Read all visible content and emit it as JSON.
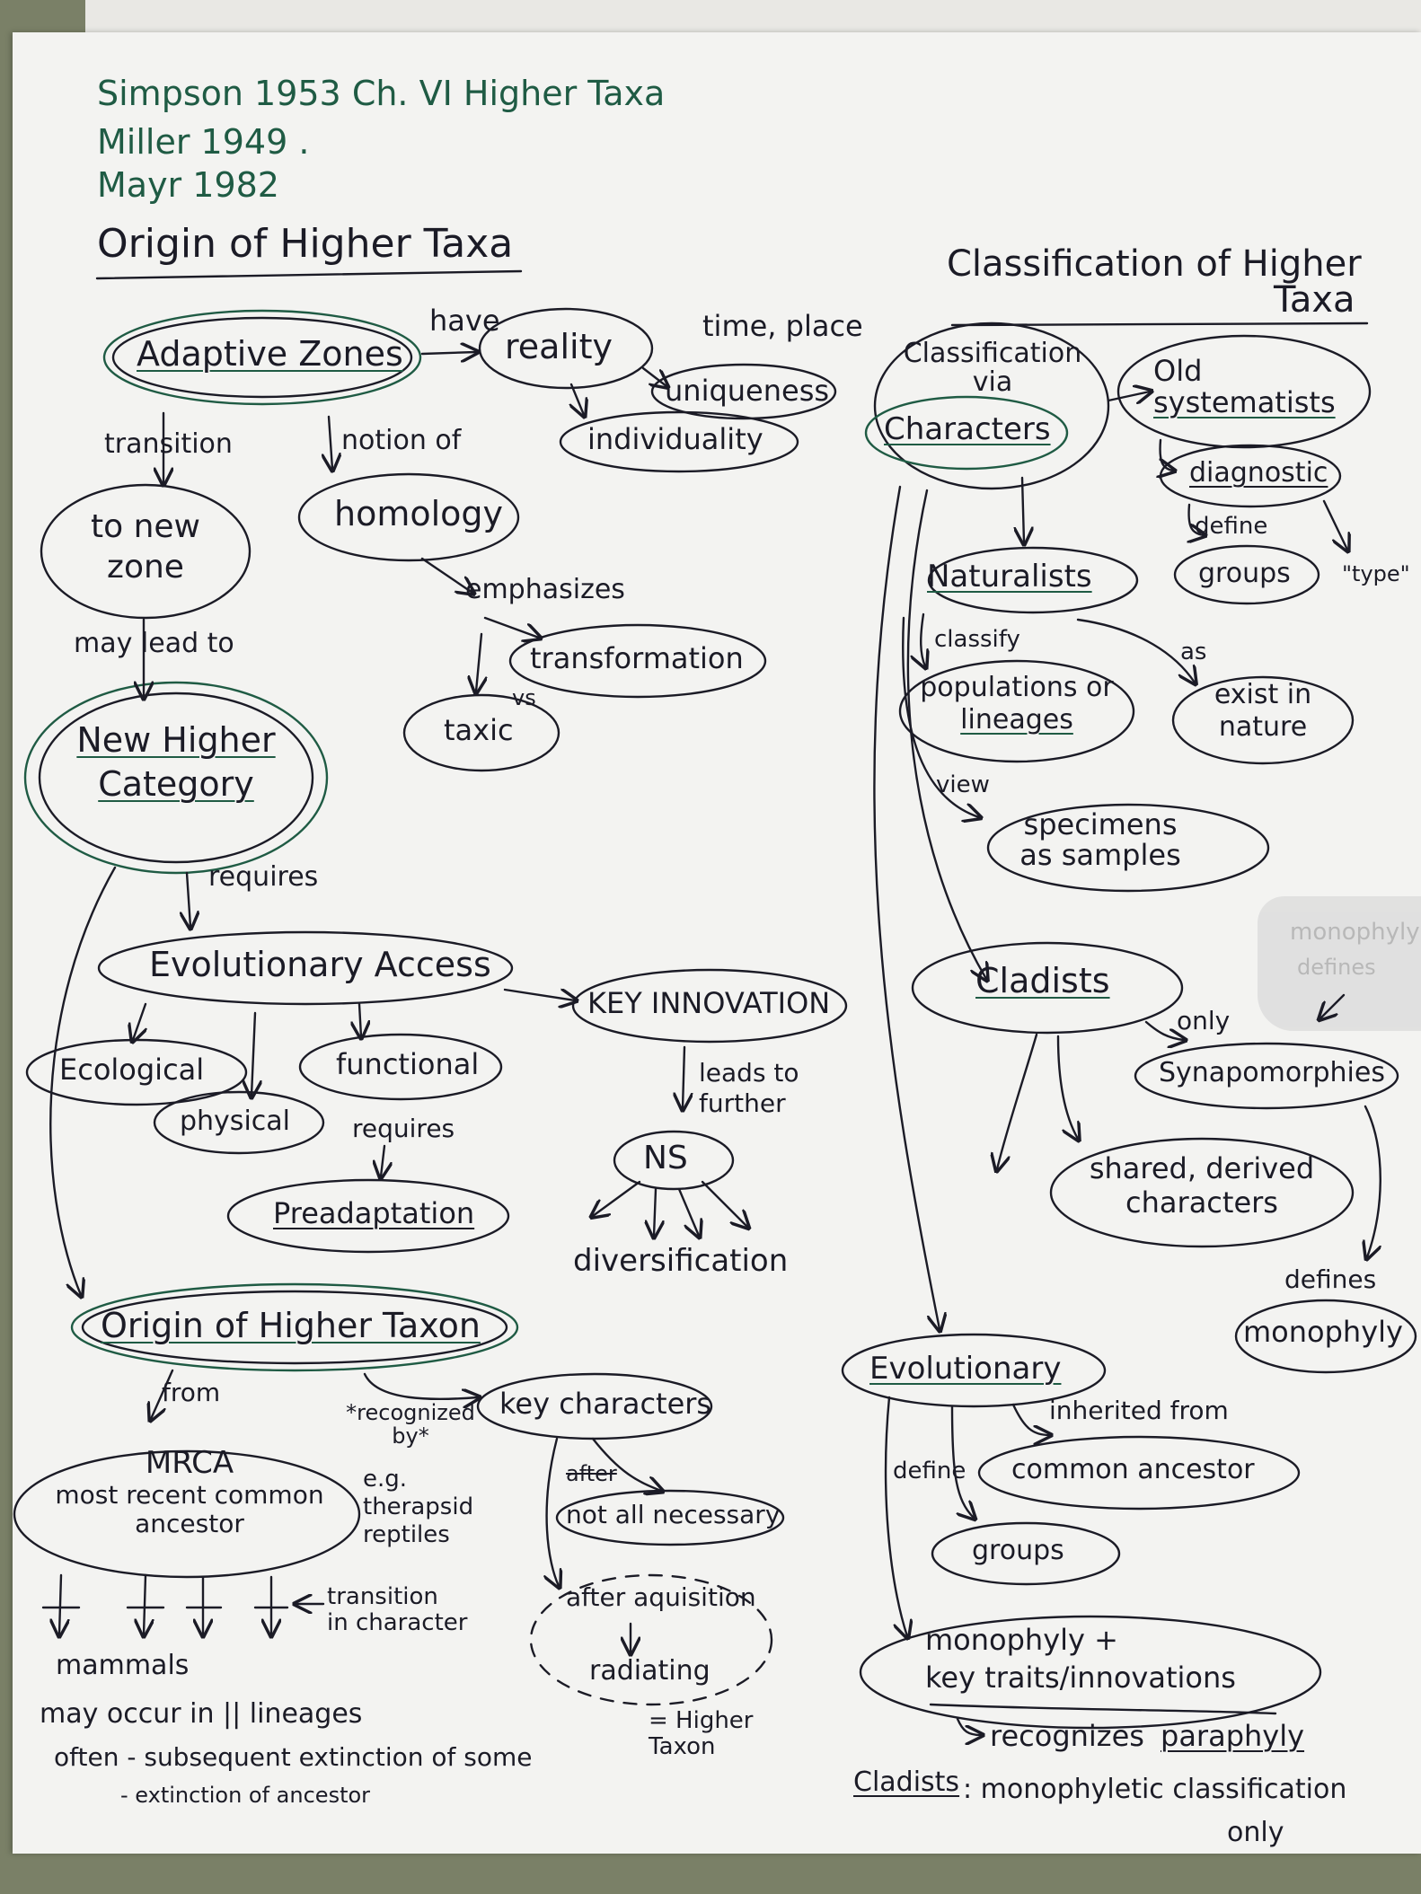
{
  "references": [
    "Simpson 1953 Ch. VI Higher Taxa",
    "Miller 1949 .",
    "Mayr 1982"
  ],
  "left_heading": "Origin of Higher Taxa",
  "right_heading": [
    "Classification of Higher",
    "Taxa"
  ],
  "nodes": {
    "adaptive_zones": "Adaptive Zones",
    "reality": "reality",
    "uniqueness": "uniqueness",
    "individuality": "individuality",
    "to_new_zone": [
      "to new",
      "zone"
    ],
    "homology": "homology",
    "transformation": "transformation",
    "taxic": "taxic",
    "new_higher_category": [
      "New Higher",
      "Category"
    ],
    "evolutionary_access": "Evolutionary Access",
    "key_innovation": "KEY INNOVATION",
    "ecological": "Ecological",
    "physical": "physical",
    "functional": "functional",
    "preadaptation": "Preadaptation",
    "ns": "NS",
    "origin_higher_taxon": "Origin of Higher Taxon",
    "key_characters": "key characters",
    "mrca": [
      "MRCA",
      "most recent common",
      "ancestor"
    ],
    "not_all_necessary": "not all necessary",
    "after_acquisition": "after aquisition",
    "radiating": "radiating",
    "classification_via_characters": [
      "Classification",
      "via",
      "Characters"
    ],
    "old_systematists": [
      "Old",
      "systematists"
    ],
    "diagnostic": "diagnostic",
    "groups_right": "groups",
    "naturalists": "Naturalists",
    "populations_lineages": [
      "populations or",
      "lineages"
    ],
    "exist_in_nature": [
      "exist in",
      "nature"
    ],
    "specimens": [
      "specimens",
      "as samples"
    ],
    "cladists": "Cladists",
    "synapomorphies": "Synapomorphies",
    "shared_derived": [
      "shared, derived",
      "characters"
    ],
    "monophyly": "monophyly",
    "evolutionary": "Evolutionary",
    "common_ancestor": "common ancestor",
    "groups_bottom": "groups",
    "monophyly_key_traits": [
      "monophyly +",
      "key traits/innovations"
    ]
  },
  "edge_labels": {
    "have": "have",
    "time_place": "time, place",
    "transition": "transition",
    "notion_of": "notion of",
    "emphasizes": "emphasizes",
    "vs": "vs",
    "may_lead_to": "may lead to",
    "requires": "requires",
    "leads_to_further": [
      "leads to",
      "further"
    ],
    "requires2": "requires",
    "diversification": "diversification",
    "from": "from",
    "recognized_by": [
      "*recognized",
      "by*"
    ],
    "after_struck": "after",
    "eg": [
      "e.g.",
      "therapsid",
      "reptiles"
    ],
    "transition_in_character": [
      "transition",
      "in character"
    ],
    "mammals": "mammals",
    "define": "define",
    "type": "\"type\"",
    "classify": "classify",
    "as": "as",
    "view": "view",
    "only": "only",
    "defines": "defines",
    "inherited_from": "inherited from",
    "define2": "define",
    "recognizes_paraphyly": [
      "recognizes",
      "paraphyly"
    ],
    "higher_taxon": [
      "= Higher",
      "Taxon"
    ],
    "faded_note": [
      "monophyly",
      "defines"
    ]
  },
  "notes": {
    "may_occur": "may occur in || lineages",
    "often": "often - subsequent extinction of some",
    "extinction": "- extinction of ancestor",
    "cladists_label": "Cladists",
    "cladists_note": ": monophyletic classification",
    "only": "only"
  },
  "colors": {
    "ink": "#1b1b26",
    "green": "#1f5b44",
    "paper": "#f3f3f1",
    "backdrop": "#7a8067"
  }
}
